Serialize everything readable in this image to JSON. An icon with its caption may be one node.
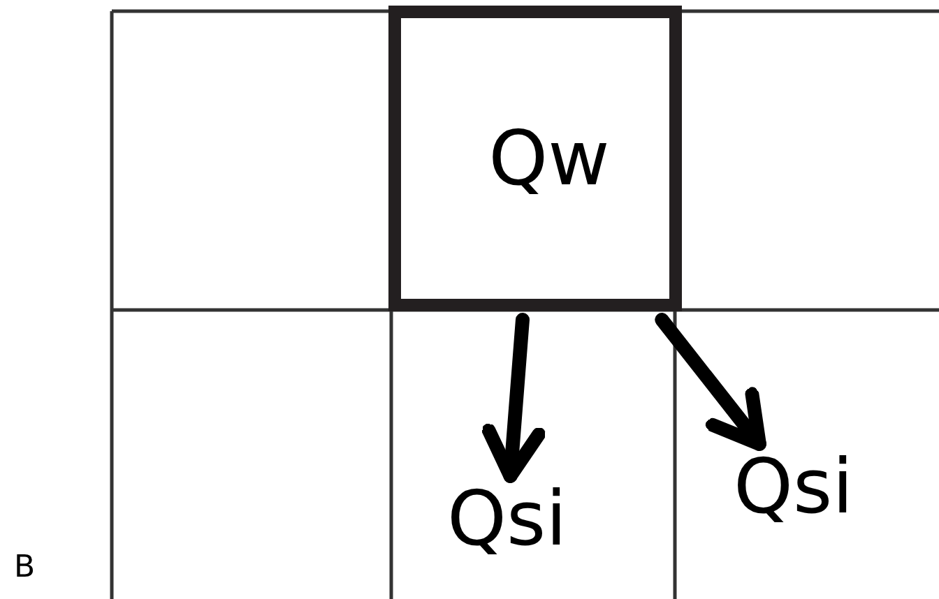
{
  "diagram": {
    "nodes": [
      {
        "text": [
          "Qw"
        ]
      },
      {
        "text": [
          "Qsi"
        ]
      },
      {
        "text": [
          "Qsi"
        ]
      }
    ],
    "edges": [
      {
        "from": 0,
        "to": 1,
        "arrow": "to"
      },
      {
        "from": 0,
        "to": 2,
        "arrow": "to"
      }
    ],
    "labels": [
      "B"
    ]
  }
}
